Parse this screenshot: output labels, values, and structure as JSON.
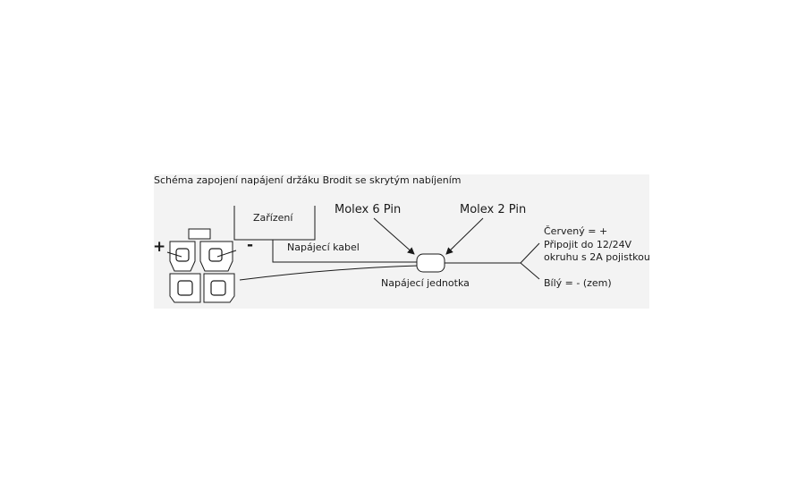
{
  "title": "Schéma zapojení napájení držáku Brodit se skrytým nabíjením",
  "device_label": "Zařízení",
  "cable_label": "Napájecí kabel",
  "unit_label": "Napájecí jednotka",
  "molex6_label": "Molex 6 Pin",
  "molex2_label": "Molex 2 Pin",
  "plus_sign": "+",
  "minus_sign": "-",
  "red_wire": {
    "line1": "Červený = +",
    "line2": "Připojit do 12/24V",
    "line3": "okruhu s 2A pojistkou"
  },
  "white_wire": "Bílý = - (zem)"
}
